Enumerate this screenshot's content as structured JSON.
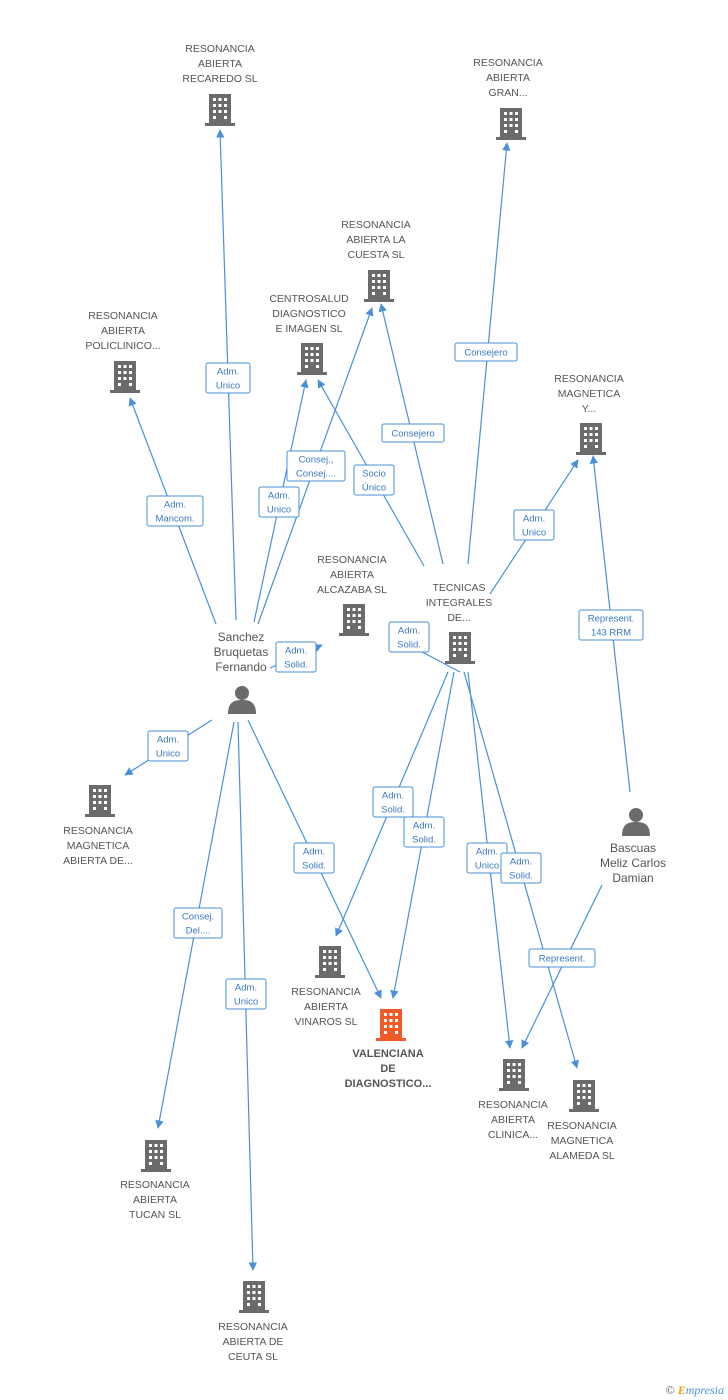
{
  "colors": {
    "edge": "#4a90d9",
    "building": "#6b6b6b",
    "focus_building": "#f05a28",
    "person": "#6b6b6b"
  },
  "nodes": [
    {
      "id": "recaredo",
      "type": "company",
      "icon": "building-icon",
      "lines": [
        "RESONANCIA",
        "ABIERTA",
        "RECAREDO SL"
      ]
    },
    {
      "id": "gran",
      "type": "company",
      "icon": "building-icon",
      "lines": [
        "RESONANCIA",
        "ABIERTA",
        "GRAN..."
      ]
    },
    {
      "id": "cuesta",
      "type": "company",
      "icon": "building-icon",
      "lines": [
        "RESONANCIA",
        "ABIERTA LA",
        "CUESTA SL"
      ]
    },
    {
      "id": "centrosalud",
      "type": "company",
      "icon": "building-icon",
      "lines": [
        "CENTROSALUD",
        "DIAGNOSTICO",
        "E IMAGEN SL"
      ]
    },
    {
      "id": "policlinico",
      "type": "company",
      "icon": "building-icon",
      "lines": [
        "RESONANCIA",
        "ABIERTA",
        "POLICLINICO..."
      ]
    },
    {
      "id": "magnetica_y",
      "type": "company",
      "icon": "building-icon",
      "lines": [
        "RESONANCIA",
        "MAGNETICA",
        "Y..."
      ]
    },
    {
      "id": "alcazaba",
      "type": "company",
      "icon": "building-icon",
      "lines": [
        "RESONANCIA",
        "ABIERTA",
        "ALCAZABA SL"
      ]
    },
    {
      "id": "tecnicas",
      "type": "company",
      "icon": "building-icon",
      "lines": [
        "TECNICAS",
        "INTEGRALES",
        "DE..."
      ]
    },
    {
      "id": "sanchez",
      "type": "person",
      "icon": "person-icon",
      "lines": [
        "Sanchez",
        "Bruquetas",
        "Fernando"
      ]
    },
    {
      "id": "bascuas",
      "type": "person",
      "icon": "person-icon",
      "lines": [
        "Bascuas",
        "Meliz Carlos",
        "Damian"
      ]
    },
    {
      "id": "magnetica_de",
      "type": "company",
      "icon": "building-icon",
      "lines": [
        "RESONANCIA",
        "MAGNETICA",
        "ABIERTA DE..."
      ]
    },
    {
      "id": "vinaros",
      "type": "company",
      "icon": "building-icon",
      "lines": [
        "RESONANCIA",
        "ABIERTA",
        "VINAROS SL"
      ]
    },
    {
      "id": "valenciana",
      "type": "focus",
      "icon": "building-icon",
      "lines": [
        "VALENCIANA",
        "DE",
        "DIAGNOSTICO..."
      ]
    },
    {
      "id": "clinica",
      "type": "company",
      "icon": "building-icon",
      "lines": [
        "RESONANCIA",
        "ABIERTA",
        "CLINICA..."
      ]
    },
    {
      "id": "alameda",
      "type": "company",
      "icon": "building-icon",
      "lines": [
        "RESONANCIA",
        "MAGNETICA",
        "ALAMEDA SL"
      ]
    },
    {
      "id": "tucan",
      "type": "company",
      "icon": "building-icon",
      "lines": [
        "RESONANCIA",
        "ABIERTA",
        "TUCAN SL"
      ]
    },
    {
      "id": "ceuta",
      "type": "company",
      "icon": "building-icon",
      "lines": [
        "RESONANCIA",
        "ABIERTA DE",
        "CEUTA SL"
      ]
    }
  ],
  "edges": [
    {
      "id": "e1",
      "lines": [
        "Adm.",
        "Unico"
      ]
    },
    {
      "id": "e2",
      "lines": [
        "Adm.",
        "Mancom."
      ]
    },
    {
      "id": "e3",
      "lines": [
        "Adm.",
        "Unico"
      ]
    },
    {
      "id": "e4",
      "lines": [
        "Consej.,",
        "Consej...."
      ]
    },
    {
      "id": "e5",
      "lines": [
        "Adm.",
        "Solid."
      ]
    },
    {
      "id": "e6",
      "lines": [
        "Adm.",
        "Unico"
      ]
    },
    {
      "id": "e7",
      "lines": [
        "Consej.",
        "Del...."
      ]
    },
    {
      "id": "e8",
      "lines": [
        "Adm.",
        "Unico"
      ]
    },
    {
      "id": "e9",
      "lines": [
        "Adm.",
        "Solid."
      ]
    },
    {
      "id": "e10",
      "lines": [
        "Consejero"
      ]
    },
    {
      "id": "e11",
      "lines": [
        "Consejero"
      ]
    },
    {
      "id": "e12",
      "lines": [
        "Socio",
        "Único"
      ]
    },
    {
      "id": "e13",
      "lines": [
        "Adm.",
        "Unico"
      ]
    },
    {
      "id": "e14",
      "lines": [
        "Adm.",
        "Solid."
      ]
    },
    {
      "id": "e15",
      "lines": [
        "Adm.",
        "Solid."
      ]
    },
    {
      "id": "e16",
      "lines": [
        "Adm.",
        "Solid."
      ]
    },
    {
      "id": "e17",
      "lines": [
        "Adm.",
        "Unico"
      ]
    },
    {
      "id": "e18",
      "lines": [
        "Adm.",
        "Solid."
      ]
    },
    {
      "id": "e19",
      "lines": [
        "Represent.",
        "143 RRM"
      ]
    },
    {
      "id": "e20",
      "lines": [
        "Represent."
      ]
    }
  ],
  "footer": {
    "copyright": "©",
    "brand_initial": "E",
    "brand_rest": "mpresia"
  }
}
